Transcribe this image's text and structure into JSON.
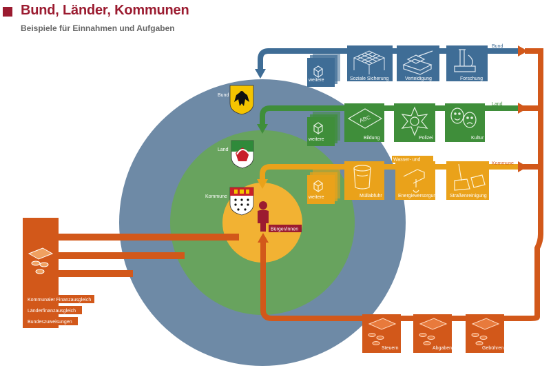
{
  "header": {
    "title": "Bund, Länder, Kommunen",
    "subtitle": "Beispiele für Einnahmen und Aufgaben"
  },
  "levels": {
    "bund": "Bund",
    "land": "Land",
    "kommune": "Kommune",
    "citizen": "Bürger/innen"
  },
  "flows": {
    "bund": "Bund",
    "land": "Land",
    "kommune": "Kommune"
  },
  "tasks": {
    "bund": [
      "weitere",
      "Soziale Sicherung",
      "Verteidigung",
      "Forschung"
    ],
    "land": [
      "weitere",
      "Bildung",
      "Polizei",
      "Kultur"
    ],
    "kommune": [
      "weitere",
      "Müllabfuhr",
      "Wasser- und",
      "Energieversorgung",
      "Straßenreinigung"
    ]
  },
  "transfers": [
    "Kommunaler Finanzausgleich",
    "Länderfinanzausgleich",
    "Bundeszuweisungen"
  ],
  "revenues": [
    "Steuern",
    "Abgaben",
    "Gebühren"
  ],
  "colors": {
    "title": "#9b1b30",
    "bund": "#6e8aa6",
    "bund_flow": "#3f6d96",
    "land": "#68a35e",
    "land_flow": "#3f8e3a",
    "kommune": "#f2b233",
    "kommune_flow": "#eaa21a",
    "revenue": "#d2581a",
    "citizen": "#9b1b30"
  }
}
